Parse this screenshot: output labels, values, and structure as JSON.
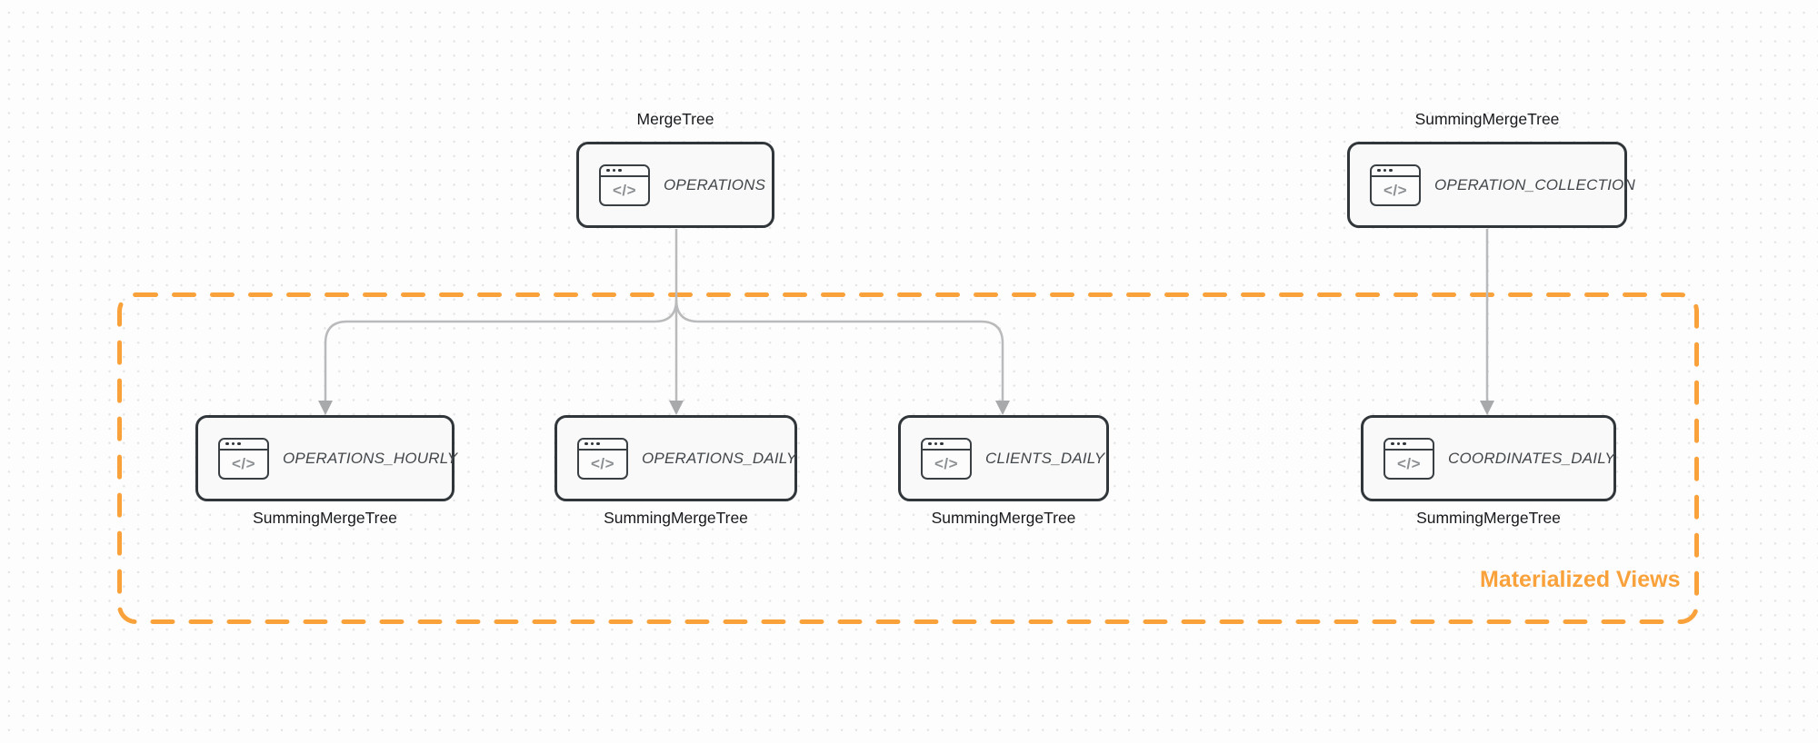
{
  "colors": {
    "background": "#fdfdfd",
    "dot_grid": "#e3e3e6",
    "node_border": "#31363a",
    "node_fill": "#f8f9f8",
    "node_text": "#43474b",
    "engine_label_text": "#17191c",
    "arrow": "#b9babc",
    "arrowhead": "#a8a9ab",
    "group_accent_orange": "#f9a23b"
  },
  "icon": {
    "name": "code-window-icon",
    "glyph": "</>"
  },
  "group": {
    "label": "Materialized Views"
  },
  "nodes": {
    "operations": {
      "name": "OPERATIONS",
      "engine": "MergeTree",
      "engine_position": "above"
    },
    "operation_collection": {
      "name": "OPERATION_COLLECTION",
      "engine": "SummingMergeTree",
      "engine_position": "above"
    },
    "operations_hourly": {
      "name": "OPERATIONS_HOURLY",
      "engine": "SummingMergeTree",
      "engine_position": "below"
    },
    "operations_daily": {
      "name": "OPERATIONS_DAILY",
      "engine": "SummingMergeTree",
      "engine_position": "below"
    },
    "clients_daily": {
      "name": "CLIENTS_DAILY",
      "engine": "SummingMergeTree",
      "engine_position": "below"
    },
    "coordinates_daily": {
      "name": "COORDINATES_DAILY",
      "engine": "SummingMergeTree",
      "engine_position": "below"
    }
  },
  "edges": [
    {
      "from": "OPERATIONS",
      "to": "OPERATIONS_HOURLY"
    },
    {
      "from": "OPERATIONS",
      "to": "OPERATIONS_DAILY"
    },
    {
      "from": "OPERATIONS",
      "to": "CLIENTS_DAILY"
    },
    {
      "from": "OPERATION_COLLECTION",
      "to": "COORDINATES_DAILY"
    }
  ],
  "group_members": [
    "OPERATIONS_HOURLY",
    "OPERATIONS_DAILY",
    "CLIENTS_DAILY",
    "COORDINATES_DAILY"
  ]
}
